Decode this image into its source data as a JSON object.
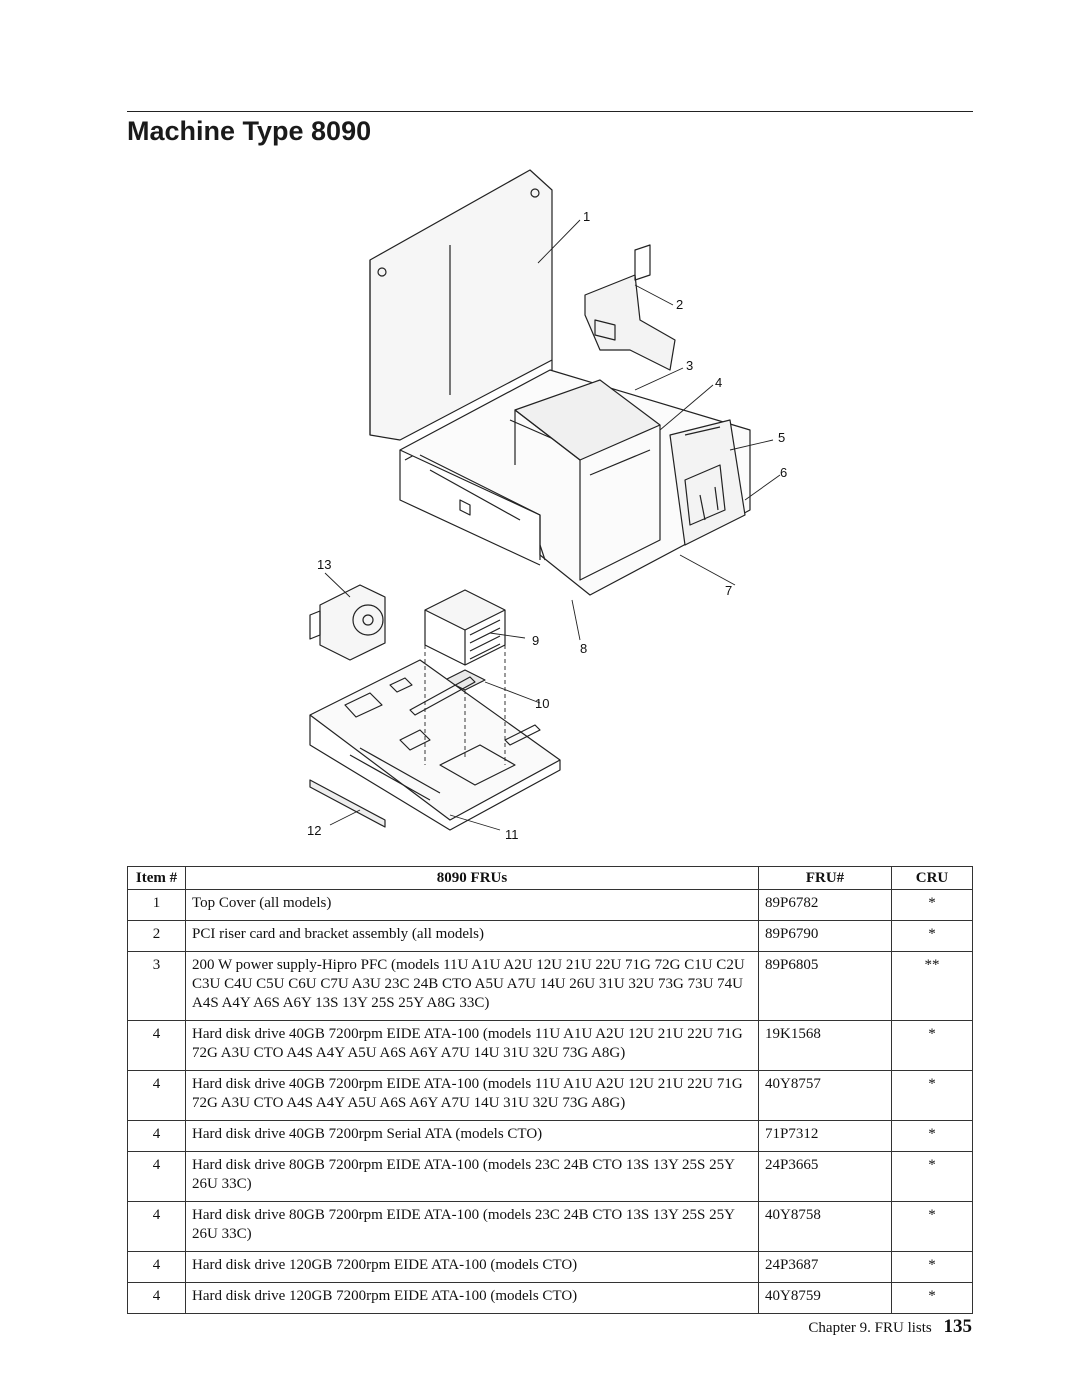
{
  "page": {
    "title": "Machine Type 8090",
    "footer_chapter": "Chapter 9. FRU lists",
    "page_number": "135"
  },
  "diagram": {
    "callouts": [
      "1",
      "2",
      "3",
      "4",
      "5",
      "6",
      "7",
      "8",
      "9",
      "10",
      "11",
      "12",
      "13"
    ]
  },
  "table": {
    "headers": {
      "item": "Item #",
      "frus": "8090 FRUs",
      "fru": "FRU#",
      "cru": "CRU"
    },
    "rows": [
      {
        "item": "1",
        "desc": "Top Cover (all models)",
        "fru": "89P6782",
        "cru": "*"
      },
      {
        "item": "2",
        "desc": "PCI riser card and bracket assembly (all models)",
        "fru": "89P6790",
        "cru": "*"
      },
      {
        "item": "3",
        "desc": "200 W power supply-Hipro PFC (models 11U A1U A2U 12U 21U 22U 71G 72G C1U C2U C3U C4U C5U C6U C7U A3U 23C 24B CTO A5U A7U 14U 26U 31U 32U 73G 73U 74U A4S A4Y A6S A6Y 13S 13Y 25S 25Y A8G 33C)",
        "fru": "89P6805",
        "cru": "**"
      },
      {
        "item": "4",
        "desc": "Hard disk drive 40GB 7200rpm EIDE ATA-100 (models 11U A1U A2U 12U 21U 22U 71G 72G A3U CTO A4S A4Y A5U A6S A6Y A7U 14U 31U 32U 73G A8G)",
        "fru": "19K1568",
        "cru": "*"
      },
      {
        "item": "4",
        "desc": "Hard disk drive 40GB 7200rpm EIDE ATA-100 (models 11U A1U A2U 12U 21U 22U 71G 72G A3U CTO A4S A4Y A5U A6S A6Y A7U 14U 31U 32U 73G A8G)",
        "fru": "40Y8757",
        "cru": "*"
      },
      {
        "item": "4",
        "desc": "Hard disk drive 40GB 7200rpm Serial ATA (models CTO)",
        "fru": "71P7312",
        "cru": "*"
      },
      {
        "item": "4",
        "desc": "Hard disk drive 80GB 7200rpm EIDE ATA-100 (models 23C 24B CTO 13S 13Y 25S 25Y 26U 33C)",
        "fru": "24P3665",
        "cru": "*"
      },
      {
        "item": "4",
        "desc": "Hard disk drive 80GB 7200rpm EIDE ATA-100 (models 23C 24B CTO 13S 13Y 25S 25Y 26U 33C)",
        "fru": "40Y8758",
        "cru": "*"
      },
      {
        "item": "4",
        "desc": "Hard disk drive 120GB 7200rpm EIDE ATA-100 (models CTO)",
        "fru": "24P3687",
        "cru": "*"
      },
      {
        "item": "4",
        "desc": "Hard disk drive 120GB 7200rpm EIDE ATA-100 (models CTO)",
        "fru": "40Y8759",
        "cru": "*"
      }
    ]
  }
}
